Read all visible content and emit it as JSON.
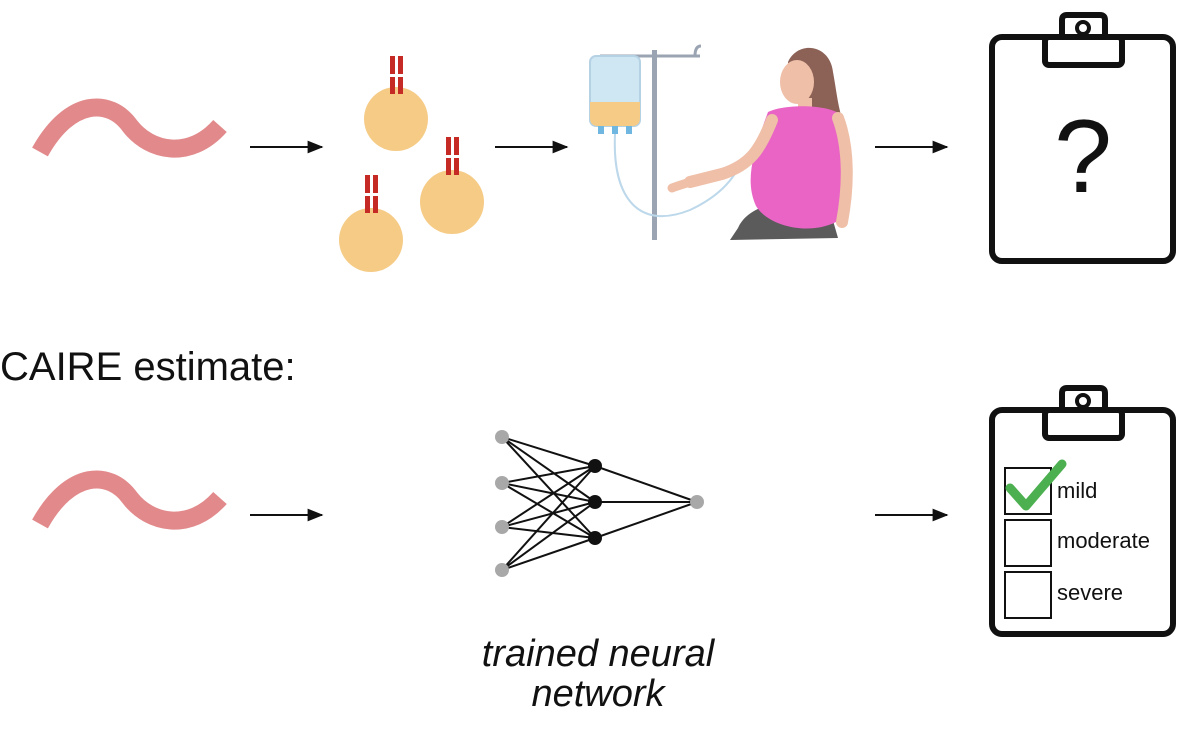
{
  "colors": {
    "sequence": "#e2898b",
    "cell": "#f5cb86",
    "antibody": "#c62a25",
    "shirt": "#e964c5",
    "skin": "#efbfa8",
    "hair": "#8c6257",
    "pants": "#5b5b5b",
    "stand": "#9aa4b2",
    "bag": "#cfe6f3",
    "check": "#4caf50",
    "ink": "#111111",
    "node_gray": "#a8a8a8"
  },
  "icons": {
    "sequence": "wavy-line-icon",
    "antibody_cells": "antibody-cell-icon",
    "patient": "iv-infusion-patient-icon",
    "clipboard": "clipboard-icon",
    "checkmark": "checkmark-icon"
  },
  "top_row": {
    "clipboard_mark": "?"
  },
  "caire_section": {
    "label": "CAIRE estimate:"
  },
  "neural_network": {
    "label_line1": "trained neural",
    "label_line2": "network",
    "layers": [
      4,
      3,
      1
    ]
  },
  "severity": {
    "options": [
      {
        "label": "mild",
        "checked": true
      },
      {
        "label": "moderate",
        "checked": false
      },
      {
        "label": "severe",
        "checked": false
      }
    ]
  }
}
